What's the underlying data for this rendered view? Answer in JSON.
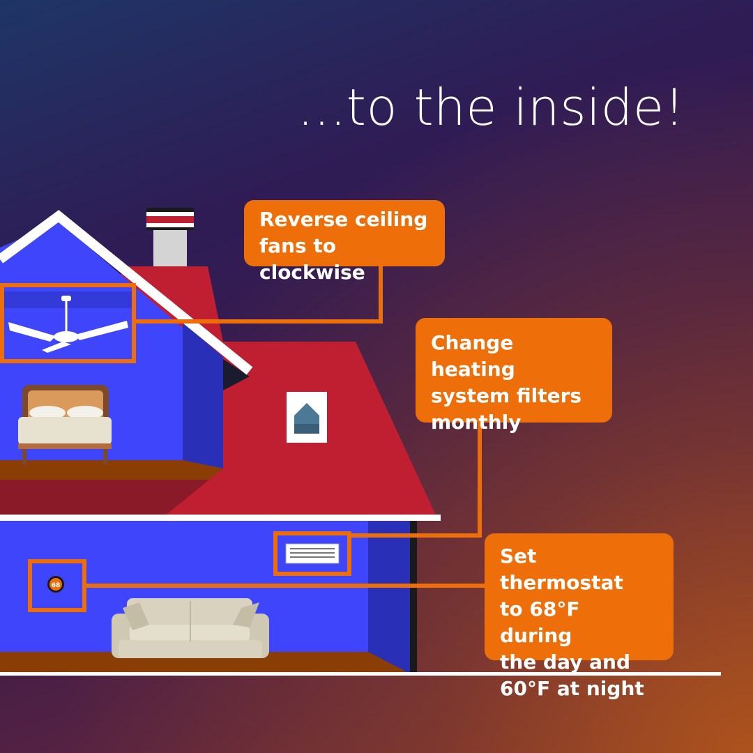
{
  "title": "...to the inside!",
  "callouts": {
    "ceiling_fans": "Reverse ceiling\nfans to clockwise",
    "heating_filters": "Change heating\nsystem filters\nmonthly",
    "thermostat": "Set thermostat\nto 68°F during\nthe day and\n60°F at night"
  },
  "thermostat_display": "68",
  "colors": {
    "accent": "#ee6f0a",
    "wall": "#3e45fa",
    "roof": "#bf1f30",
    "floor": "#8a3e05"
  }
}
